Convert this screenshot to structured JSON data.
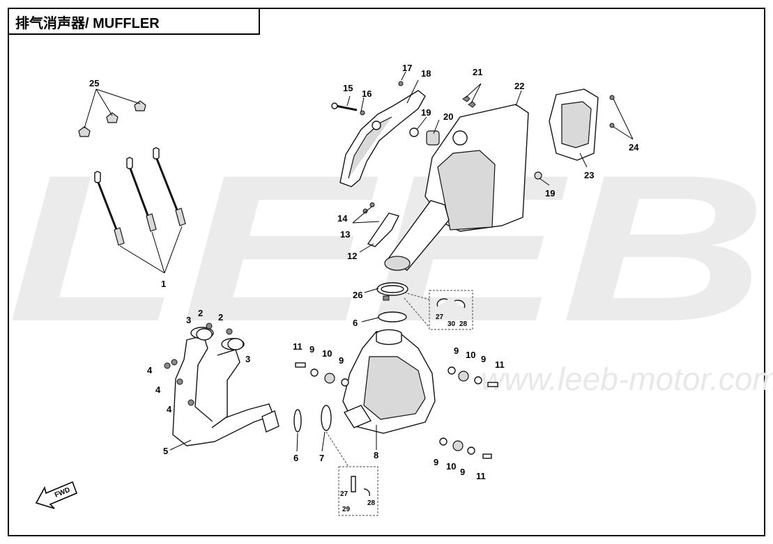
{
  "title": "排气消声器/ MUFFLER",
  "watermark": {
    "brand": "LEEB",
    "url": "www.leeb-motor.com"
  },
  "fwd_label": "FWD",
  "callouts": {
    "c1": "1",
    "c2a": "2",
    "c2b": "2",
    "c3a": "3",
    "c3b": "3",
    "c4a": "4",
    "c4b": "4",
    "c4c": "4",
    "c5": "5",
    "c6a": "6",
    "c6b": "6",
    "c7": "7",
    "c8": "8",
    "c9a": "9",
    "c9b": "9",
    "c9c": "9",
    "c9d": "9",
    "c9e": "9",
    "c9f": "9",
    "c10a": "10",
    "c10b": "10",
    "c10c": "10",
    "c11a": "11",
    "c11b": "11",
    "c11c": "11",
    "c12": "12",
    "c13": "13",
    "c14": "14",
    "c15": "15",
    "c16": "16",
    "c17": "17",
    "c18": "18",
    "c19a": "19",
    "c19b": "19",
    "c20": "20",
    "c21": "21",
    "c22": "22",
    "c23": "23",
    "c24": "24",
    "c25": "25",
    "c26": "26",
    "c27a": "27",
    "c27b": "27",
    "c28a": "28",
    "c28b": "28",
    "c29": "29",
    "c30": "30"
  }
}
